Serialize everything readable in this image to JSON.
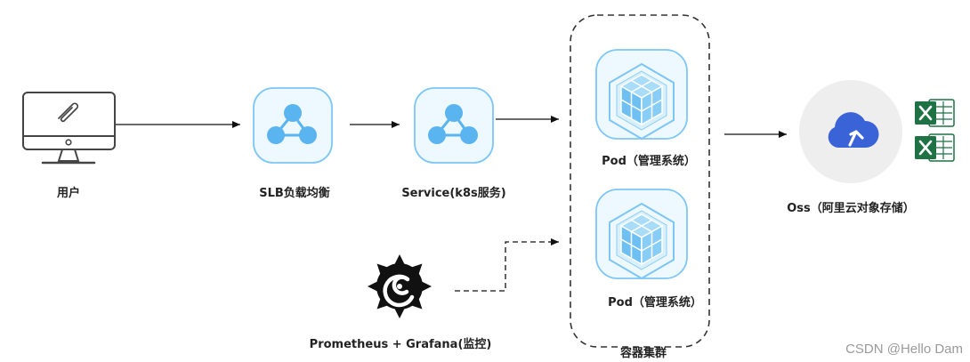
{
  "nodes": {
    "user": {
      "label": "用户"
    },
    "slb": {
      "label": "SLB负载均衡"
    },
    "service": {
      "label": "Service(k8s服务)"
    },
    "pod1": {
      "label": "Pod（管理系统）"
    },
    "pod2": {
      "label": "Pod（管理系统）"
    },
    "oss": {
      "label": "Oss（阿里云对象存储）"
    },
    "monitor": {
      "label": "Prometheus + Grafana(监控)"
    }
  },
  "cluster": {
    "label": "容器集群"
  },
  "watermark": "CSDN @Hello Dam",
  "colors": {
    "icon_border": "#7dc6f5",
    "icon_fill": "#eef8ff",
    "node_blue": "#5ab4f0",
    "cube_light": "#a9dcf9",
    "cube_mid": "#6fc0f2",
    "oss_bg": "#eeeeee",
    "oss_cloud": "#3b63d8",
    "excel_green": "#1f7244"
  }
}
